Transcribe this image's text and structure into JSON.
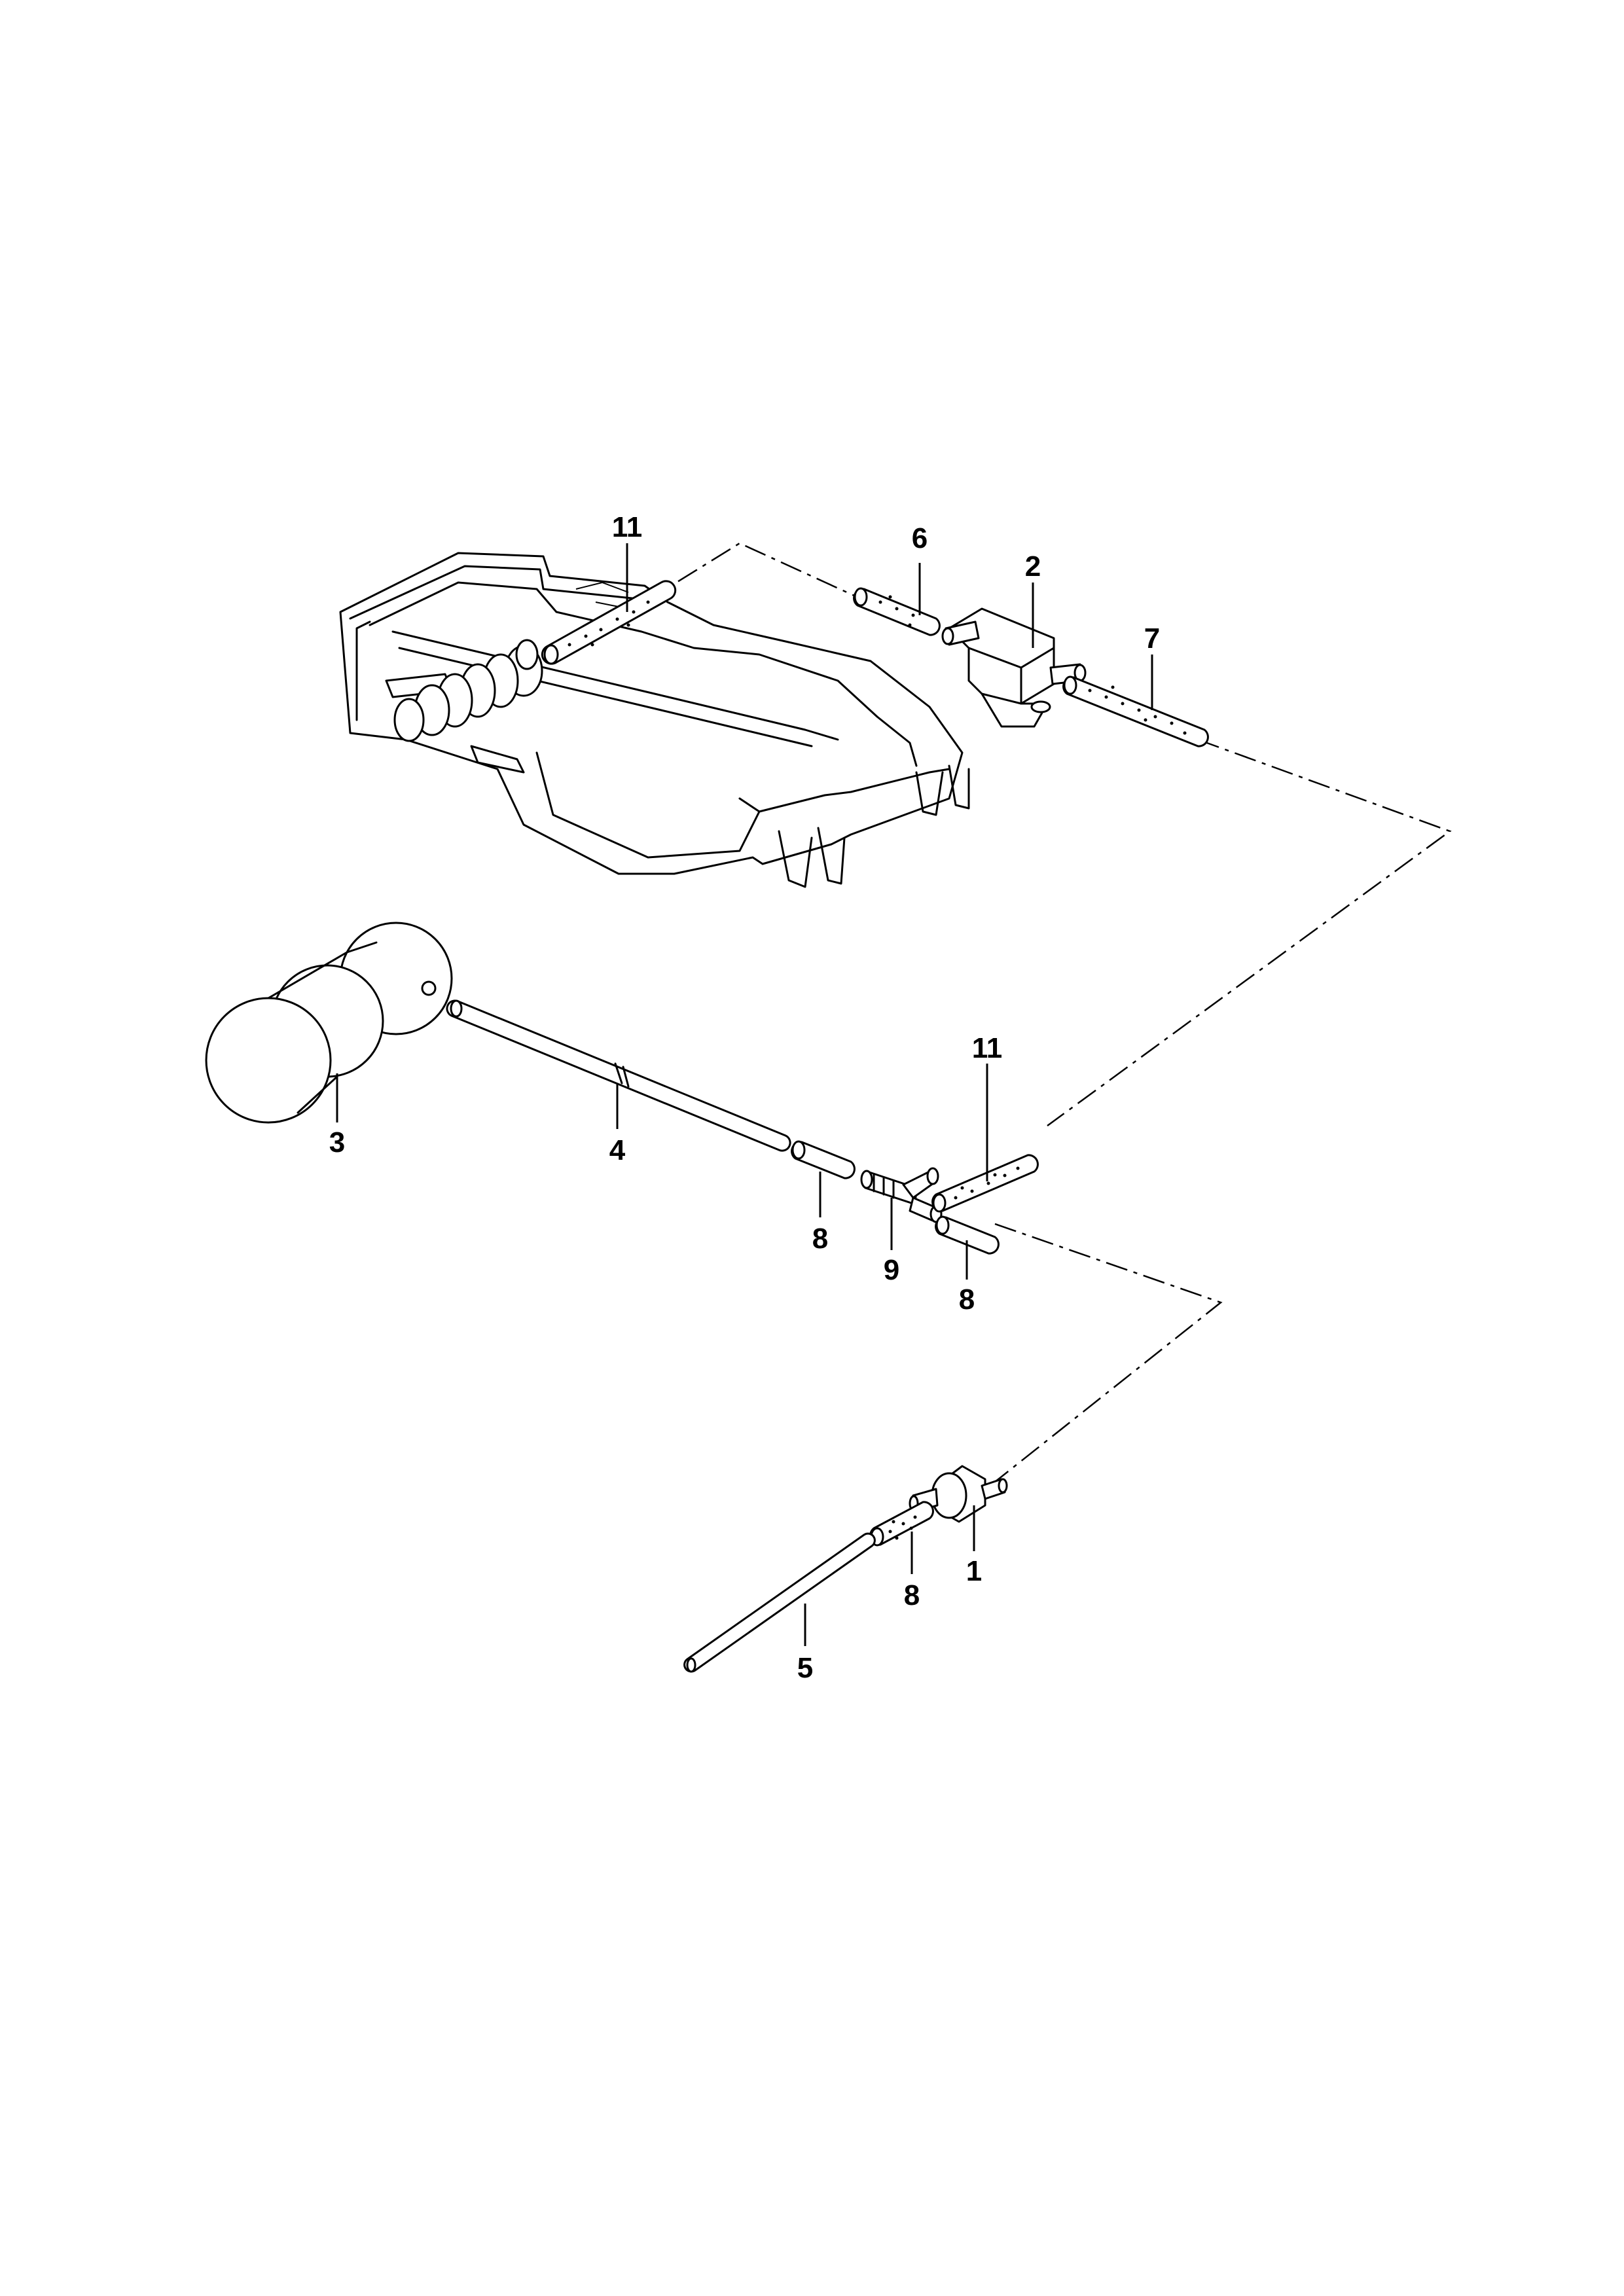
{
  "callouts": {
    "c1": "1",
    "c2": "2",
    "c3": "3",
    "c4": "4",
    "c5": "5",
    "c6": "6",
    "c7": "7",
    "c8a": "8",
    "c8b": "8",
    "c8c": "8",
    "c9": "9",
    "c11a": "11",
    "c11b": "11"
  }
}
